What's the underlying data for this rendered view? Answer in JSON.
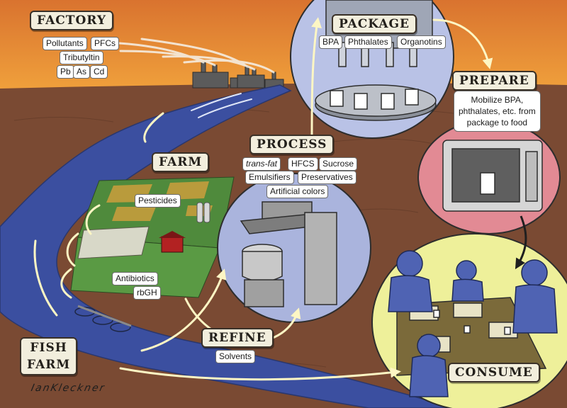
{
  "stages": {
    "factory": {
      "title": "FACTORY",
      "chemicals": [
        "Pollutants",
        "PFCs",
        "Tributyltin",
        "Pb",
        "As",
        "Cd"
      ]
    },
    "farm": {
      "title": "FARM",
      "chemicals": [
        "Pesticides",
        "Antibiotics",
        "rbGH"
      ]
    },
    "fish_farm": {
      "title_line1": "FISH",
      "title_line2": "FARM"
    },
    "refine": {
      "title": "REFINE",
      "chemicals": [
        "Solvents"
      ]
    },
    "process": {
      "title": "PROCESS",
      "chemicals": [
        "trans-fat",
        "HFCS",
        "Sucrose",
        "Emulsifiers",
        "Preservatives",
        "Artificial colors"
      ]
    },
    "package": {
      "title": "PACKAGE",
      "chemicals": [
        "BPA",
        "Phthalates",
        "Organotins"
      ]
    },
    "prepare": {
      "title": "PREPARE",
      "note_line1": "Mobilize BPA,",
      "note_line2": "phthalates, etc. from",
      "note_line3": "package to food"
    },
    "consume": {
      "title": "CONSUME"
    }
  },
  "signature": "IanKleckner",
  "colors": {
    "sky_top": "#d9732f",
    "sky_bottom": "#f2a53d",
    "land": "#7a4a33",
    "river": "#3b4fa0",
    "field_green": "#4f8a3c",
    "package_bubble": "#b9c2e6",
    "process_bubble": "#aab4dd",
    "prepare_bubble": "#e28a94",
    "consume_bubble": "#eef09a",
    "people": "#4f63b3",
    "arrow": "#fdf6c4"
  }
}
